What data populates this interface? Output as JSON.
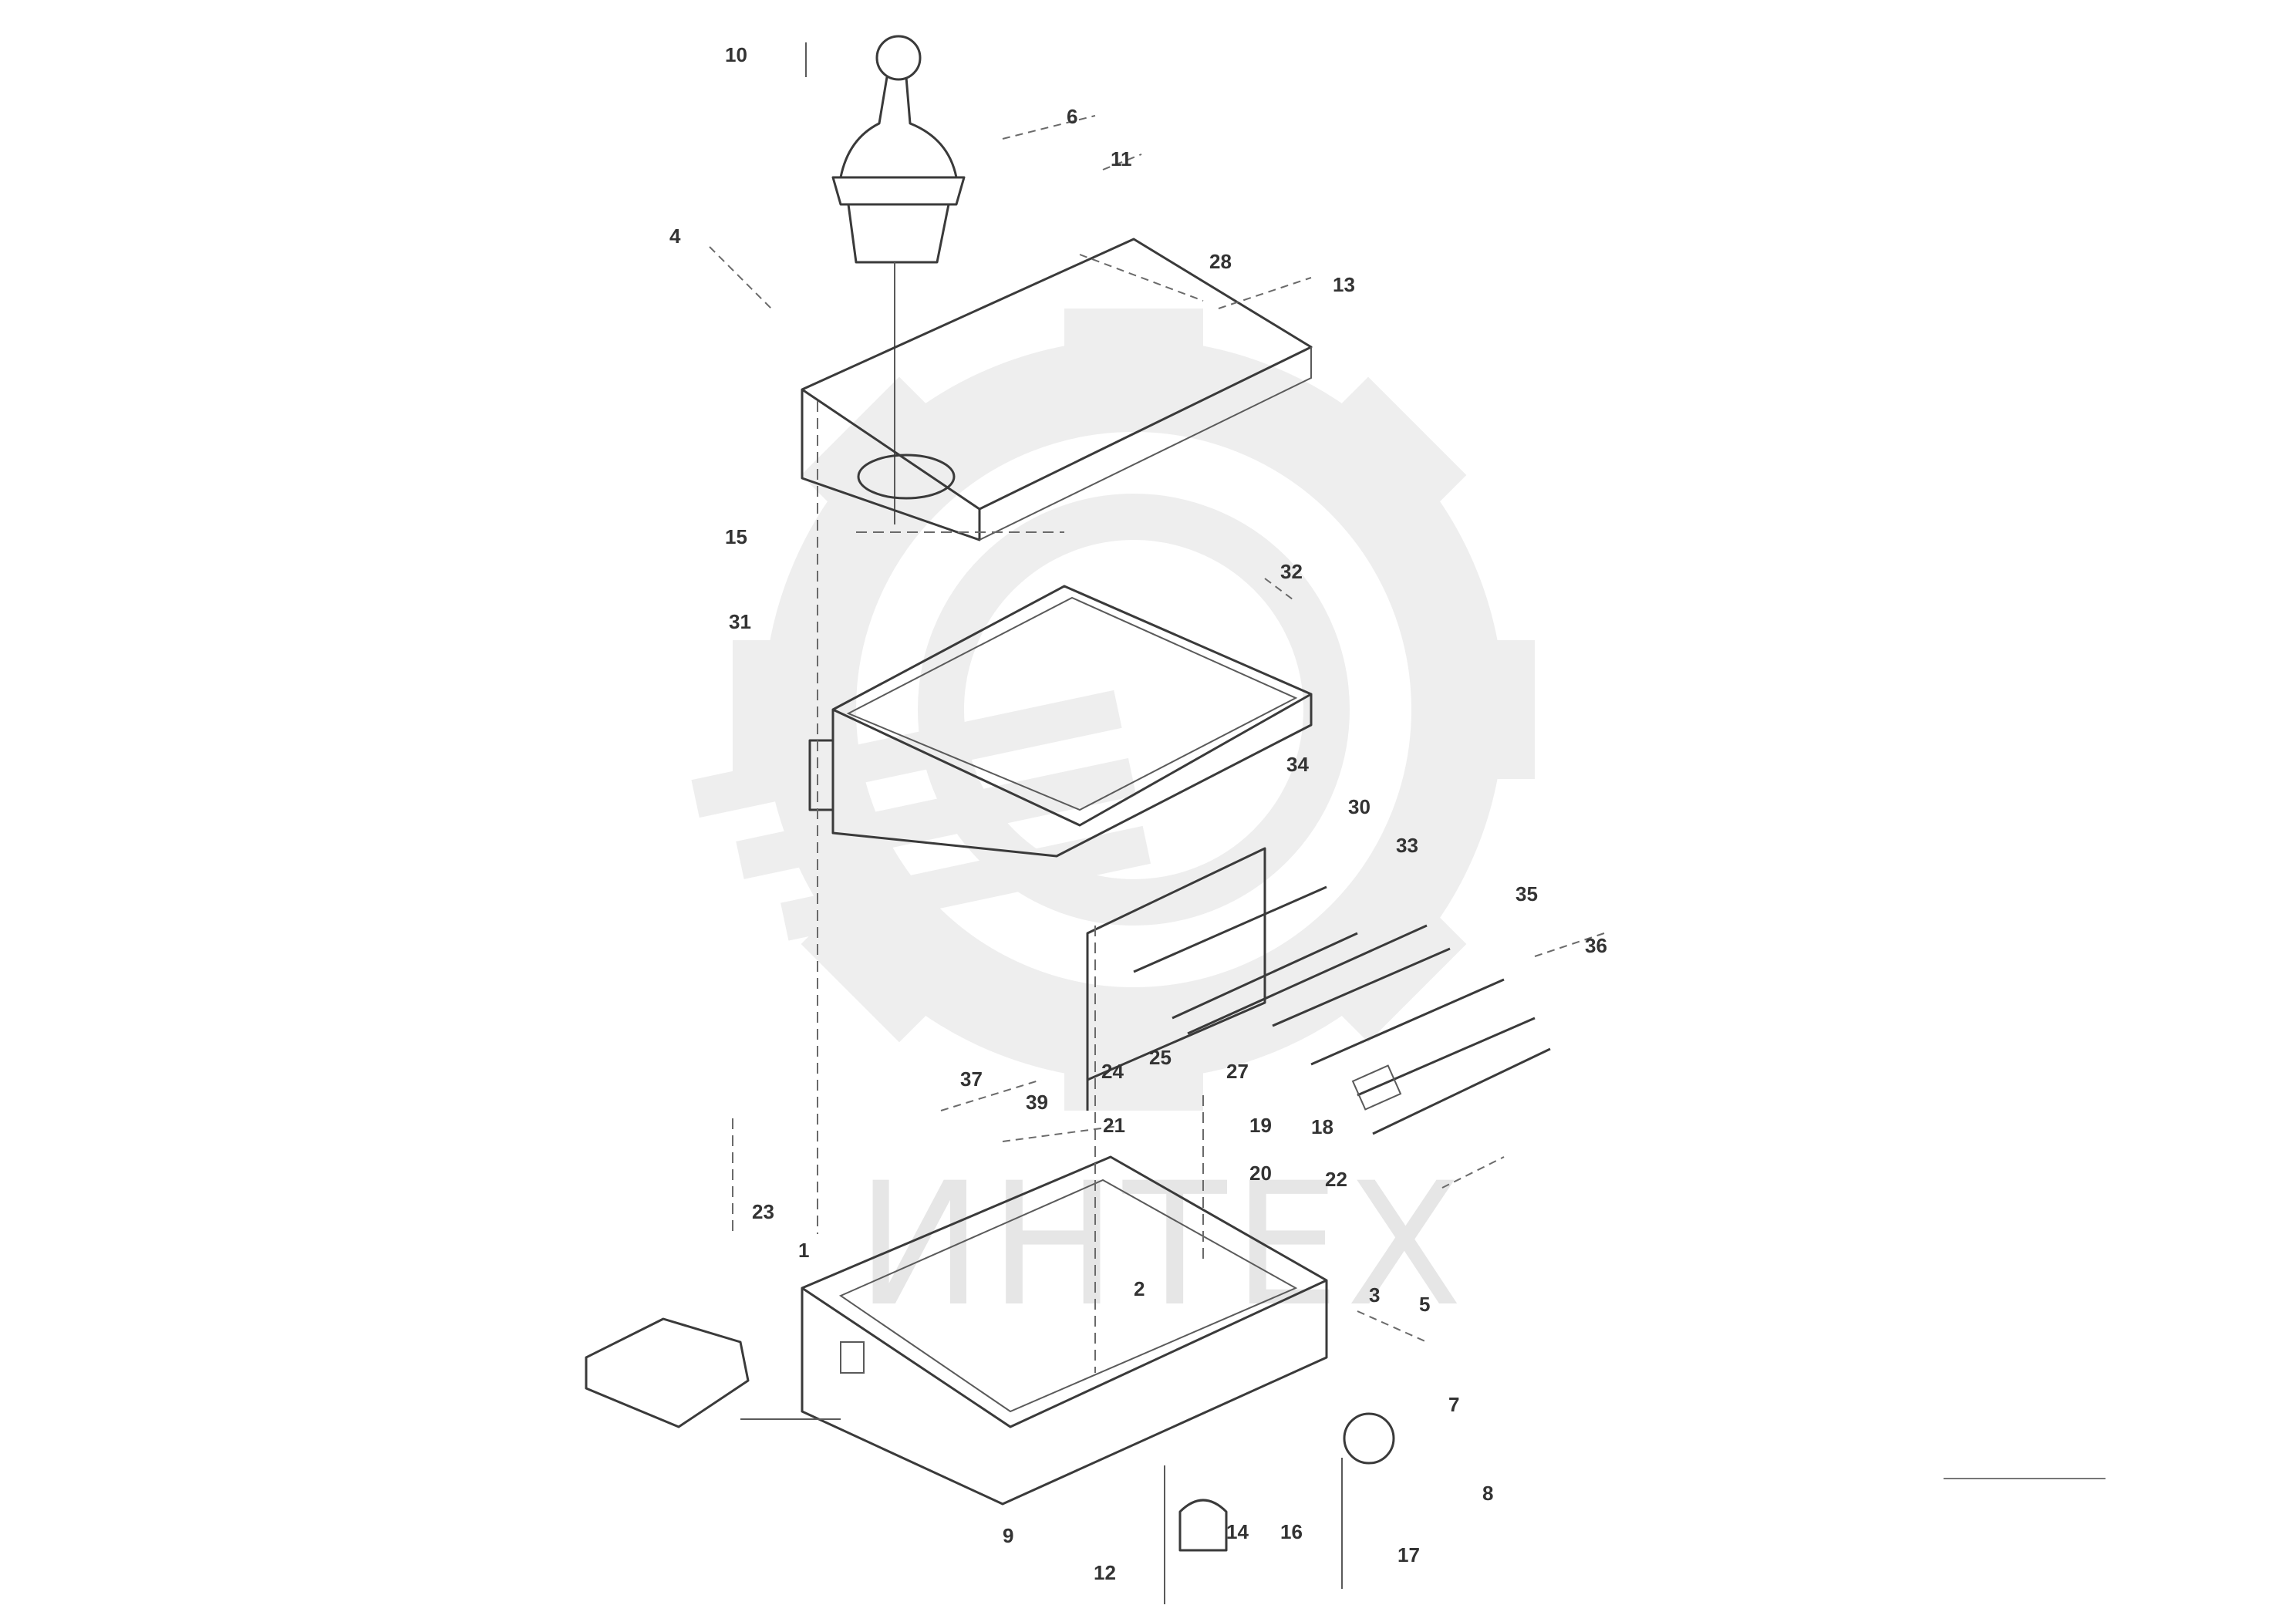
{
  "watermark": {
    "text": "ИНТЕХ",
    "color": "#e6e6e6"
  },
  "callouts": [
    {
      "id": "c1",
      "text": "10"
    },
    {
      "id": "c2",
      "text": "6"
    },
    {
      "id": "c3",
      "text": "11"
    },
    {
      "id": "c4",
      "text": "4"
    },
    {
      "id": "c5",
      "text": "28"
    },
    {
      "id": "c6",
      "text": "13"
    },
    {
      "id": "c7",
      "text": "15"
    },
    {
      "id": "c8",
      "text": "31"
    },
    {
      "id": "c9",
      "text": "32"
    },
    {
      "id": "c10",
      "text": "34"
    },
    {
      "id": "c11",
      "text": "30"
    },
    {
      "id": "c12",
      "text": "33"
    },
    {
      "id": "c13",
      "text": "35"
    },
    {
      "id": "c14",
      "text": "36"
    },
    {
      "id": "c15",
      "text": "37"
    },
    {
      "id": "c16",
      "text": "39"
    },
    {
      "id": "c17",
      "text": "24"
    },
    {
      "id": "c18",
      "text": "25"
    },
    {
      "id": "c19",
      "text": "27"
    },
    {
      "id": "c20",
      "text": "21"
    },
    {
      "id": "c21",
      "text": "19"
    },
    {
      "id": "c22",
      "text": "18"
    },
    {
      "id": "c23",
      "text": "20"
    },
    {
      "id": "c24",
      "text": "22"
    },
    {
      "id": "c25",
      "text": "23"
    },
    {
      "id": "c26",
      "text": "1"
    },
    {
      "id": "c27",
      "text": "2"
    },
    {
      "id": "c28",
      "text": "3"
    },
    {
      "id": "c29",
      "text": "5"
    },
    {
      "id": "c30",
      "text": "7"
    },
    {
      "id": "c31",
      "text": "8"
    },
    {
      "id": "c32",
      "text": "9"
    },
    {
      "id": "c33",
      "text": "12"
    },
    {
      "id": "c34",
      "text": "14"
    },
    {
      "id": "c35",
      "text": "16"
    },
    {
      "id": "c36",
      "text": "17"
    }
  ],
  "reference_block": {
    "top_line": "",
    "middle_line": "",
    "code": ""
  }
}
